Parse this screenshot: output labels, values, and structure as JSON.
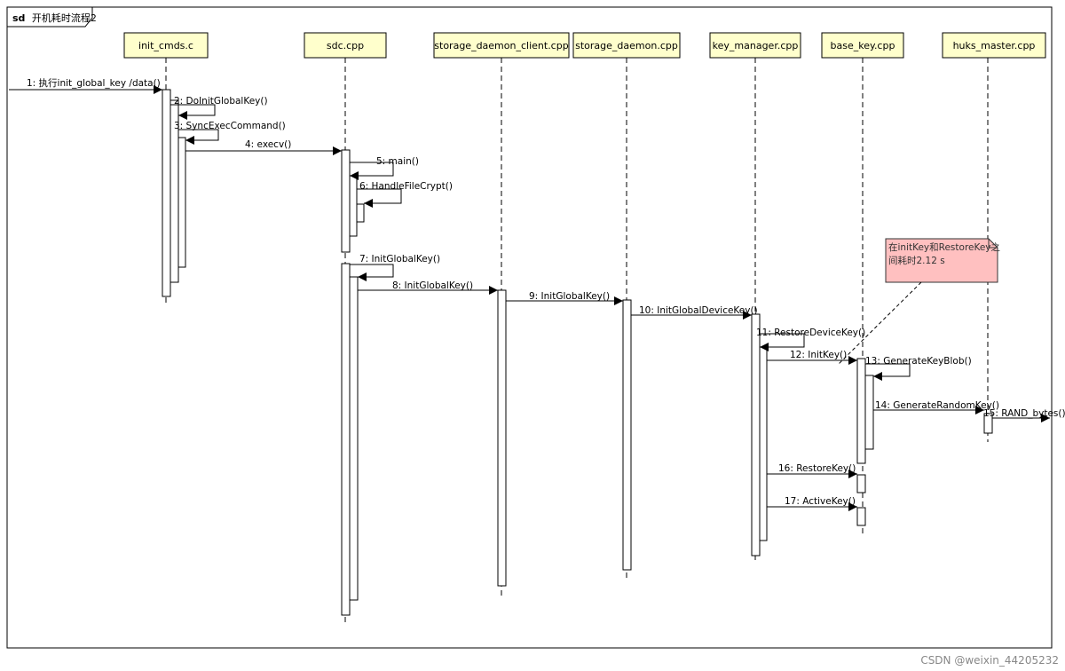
{
  "frame": {
    "tag": "sd",
    "title": "开机耗时流程2"
  },
  "lifelines": [
    {
      "id": "init",
      "label": "init_cmds.c"
    },
    {
      "id": "sdc",
      "label": "sdc.cpp"
    },
    {
      "id": "sdclient",
      "label": "storage_daemon_client.cpp"
    },
    {
      "id": "sd",
      "label": "storage_daemon.cpp"
    },
    {
      "id": "km",
      "label": "key_manager.cpp"
    },
    {
      "id": "bk",
      "label": "base_key.cpp"
    },
    {
      "id": "huks",
      "label": "huks_master.cpp"
    }
  ],
  "messages": [
    {
      "n": "1",
      "text": "1: 执行init_global_key /data()"
    },
    {
      "n": "2",
      "text": "2: DoInitGlobalKey()"
    },
    {
      "n": "3",
      "text": "3: SyncExecCommand()"
    },
    {
      "n": "4",
      "text": "4: execv()"
    },
    {
      "n": "5",
      "text": "5: main()"
    },
    {
      "n": "6",
      "text": "6: HandleFileCrypt()"
    },
    {
      "n": "7",
      "text": "7: InitGlobalKey()"
    },
    {
      "n": "8",
      "text": "8: InitGlobalKey()"
    },
    {
      "n": "9",
      "text": "9: InitGlobalKey()"
    },
    {
      "n": "10",
      "text": "10: InitGlobalDeviceKey()"
    },
    {
      "n": "11",
      "text": "11: RestoreDeviceKey()"
    },
    {
      "n": "12",
      "text": "12: InitKey()"
    },
    {
      "n": "13",
      "text": "13: GenerateKeyBlob()"
    },
    {
      "n": "14",
      "text": "14: GenerateRandomKey()"
    },
    {
      "n": "15",
      "text": "15: RAND_bytes()"
    },
    {
      "n": "16",
      "text": "16: RestoreKey()"
    },
    {
      "n": "17",
      "text": "17: ActiveKey()"
    }
  ],
  "note": {
    "line1": "在initKey和RestoreKey之",
    "line2": "间耗时2.12 s"
  },
  "watermark": "CSDN @weixin_44205232",
  "colors": {
    "lifeline_head": "#ffffcc",
    "note": "#ffc0c0"
  }
}
